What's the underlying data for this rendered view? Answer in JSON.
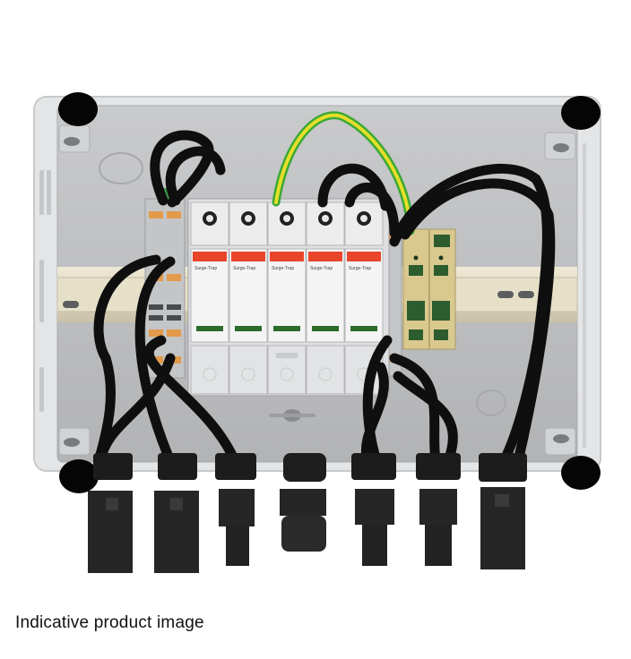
{
  "caption": "Indicative product image",
  "product": {
    "type": "solar combiner box (enclosure with surge protection)",
    "surge_module_count": 5,
    "surge_module_label": "Surge-Trap",
    "connector_count": 7
  },
  "colors": {
    "enclosure": "#d9dadb",
    "enclosure_inner": "#bcbdbf",
    "din_rail": "#e3dcc4",
    "module_header": "#e8452a",
    "module_body": "#f2f2f2",
    "cable": "#0f0f0f",
    "earth_wire_yellow": "#e6de2a",
    "earth_wire_green": "#3aa935",
    "terminal_block": "#d9c98f",
    "terminal_block_window": "#2d5c2e",
    "orange_clip": "#e39a4a",
    "status_indicator": "#2b6b2b"
  }
}
